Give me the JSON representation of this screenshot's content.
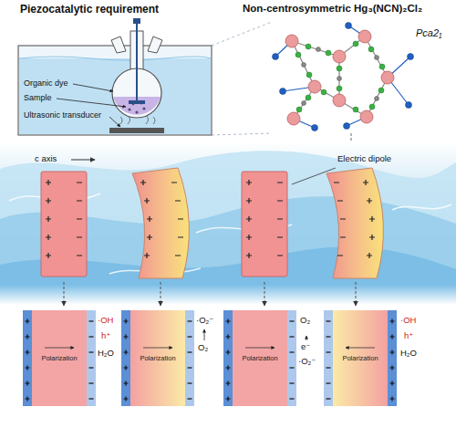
{
  "diagram": {
    "nodes": [
      {
        "text": [
          "Polarization"
        ]
      },
      {
        "text": [
          "Polarization"
        ]
      },
      {
        "text": [
          "Polarization"
        ]
      },
      {
        "text": [
          "Polarization"
        ]
      }
    ],
    "labels": [
      "Piezocatalytic requirement",
      "Non-centrosymmetric Hg₃(NCN)₂Cl₂",
      "Pca2₁",
      "Organic dye",
      "Sample",
      "Ultrasonic transducer",
      "c axis",
      "Electric dipole",
      "·OH",
      "h⁺",
      "H₂O",
      "·O₂⁻",
      "O₂",
      "O₂",
      "e⁻",
      "·O₂⁻",
      "·OH",
      "h⁺",
      "H₂O"
    ]
  }
}
